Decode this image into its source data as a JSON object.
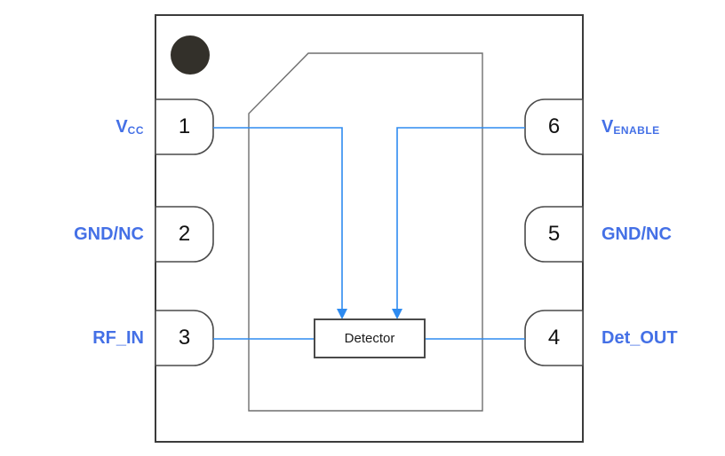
{
  "diagram": {
    "type": "ic-pinout-top-view",
    "detector_block": {
      "label": "Detector"
    },
    "left_pins": [
      {
        "number": "1",
        "label_main": "V",
        "label_sub": "CC"
      },
      {
        "number": "2",
        "label_main": "GND/NC",
        "label_sub": ""
      },
      {
        "number": "3",
        "label_main": "RF_IN",
        "label_sub": ""
      }
    ],
    "right_pins": [
      {
        "number": "6",
        "label_main": "V",
        "label_sub": "ENABLE"
      },
      {
        "number": "5",
        "label_main": "GND/NC",
        "label_sub": ""
      },
      {
        "number": "4",
        "label_main": "Det_OUT",
        "label_sub": ""
      }
    ],
    "colors": {
      "label_blue": "#4470E6",
      "wire_blue": "#2E8BF0",
      "package_outline": "#3B3B3B",
      "die_outline": "#6E6E6E",
      "pin_outline": "#4A4A4A",
      "pin1_dot": "#33302A",
      "background": "#FFFFFF"
    }
  }
}
